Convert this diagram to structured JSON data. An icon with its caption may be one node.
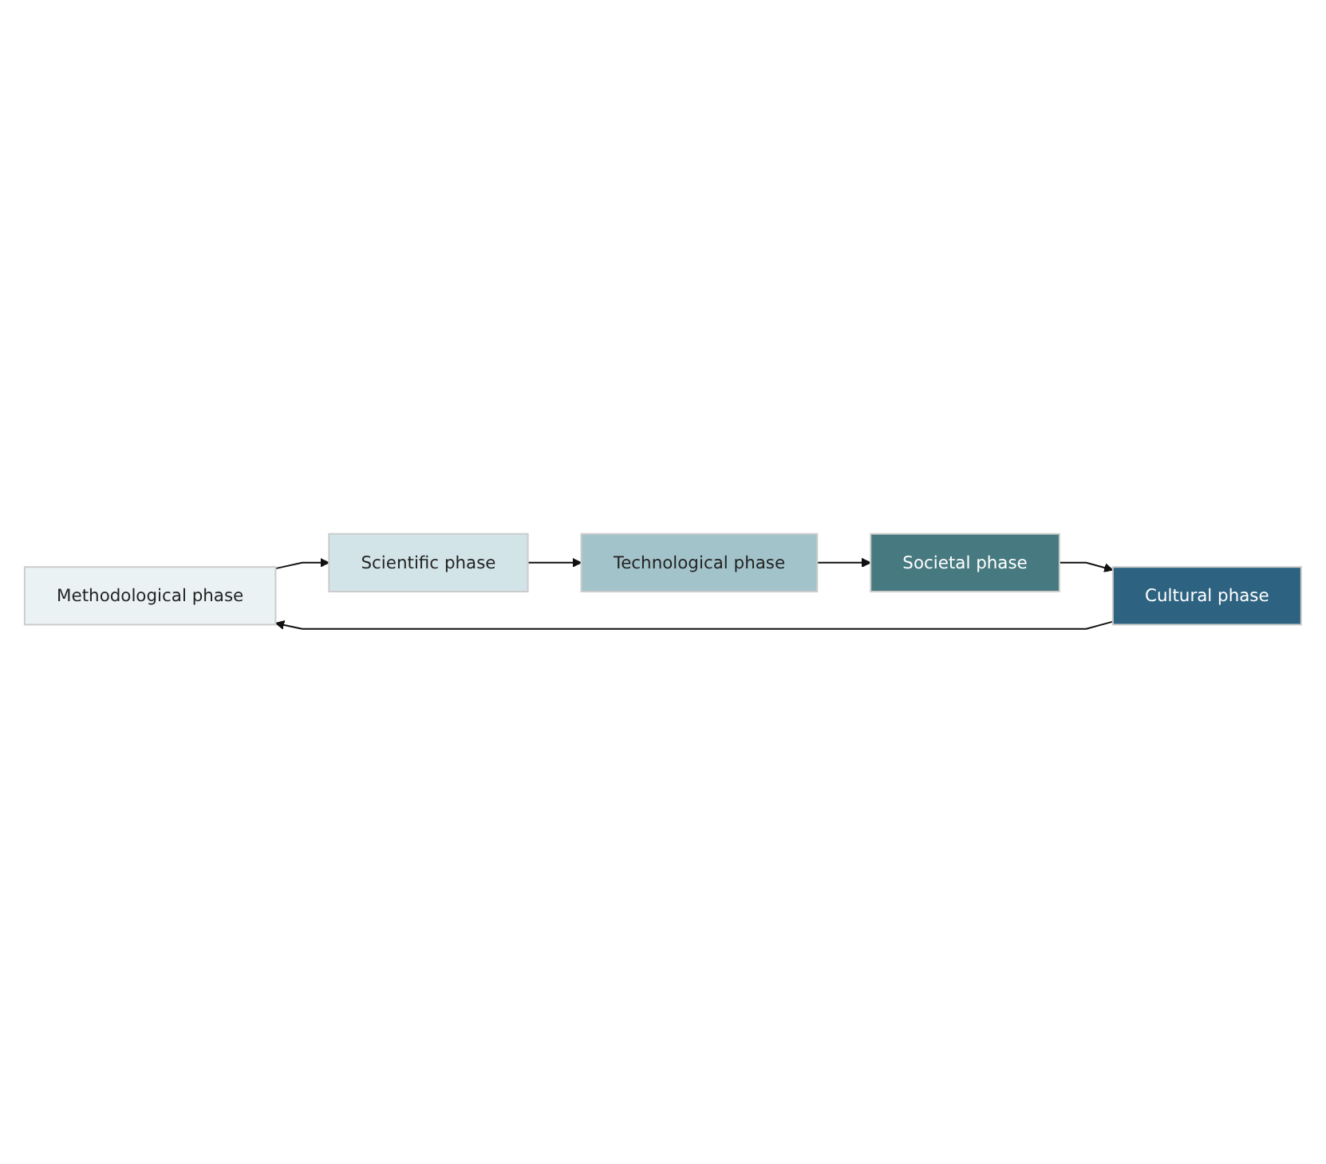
{
  "diagram": {
    "nodes": [
      {
        "text": [
          "Methodological phase"
        ]
      },
      {
        "text": [
          "Scientific phase"
        ]
      },
      {
        "text": [
          "Technological phase"
        ]
      },
      {
        "text": [
          "Societal phase"
        ]
      },
      {
        "text": [
          "Cultural phase"
        ]
      }
    ],
    "edges": [
      {
        "from": 0,
        "to": 1,
        "arrow": "to"
      },
      {
        "from": 1,
        "to": 2,
        "arrow": "to"
      },
      {
        "from": 2,
        "to": 3,
        "arrow": "to"
      },
      {
        "from": 3,
        "to": 4,
        "arrow": "to"
      },
      {
        "from": 4,
        "to": 0,
        "arrow": "to"
      }
    ]
  }
}
